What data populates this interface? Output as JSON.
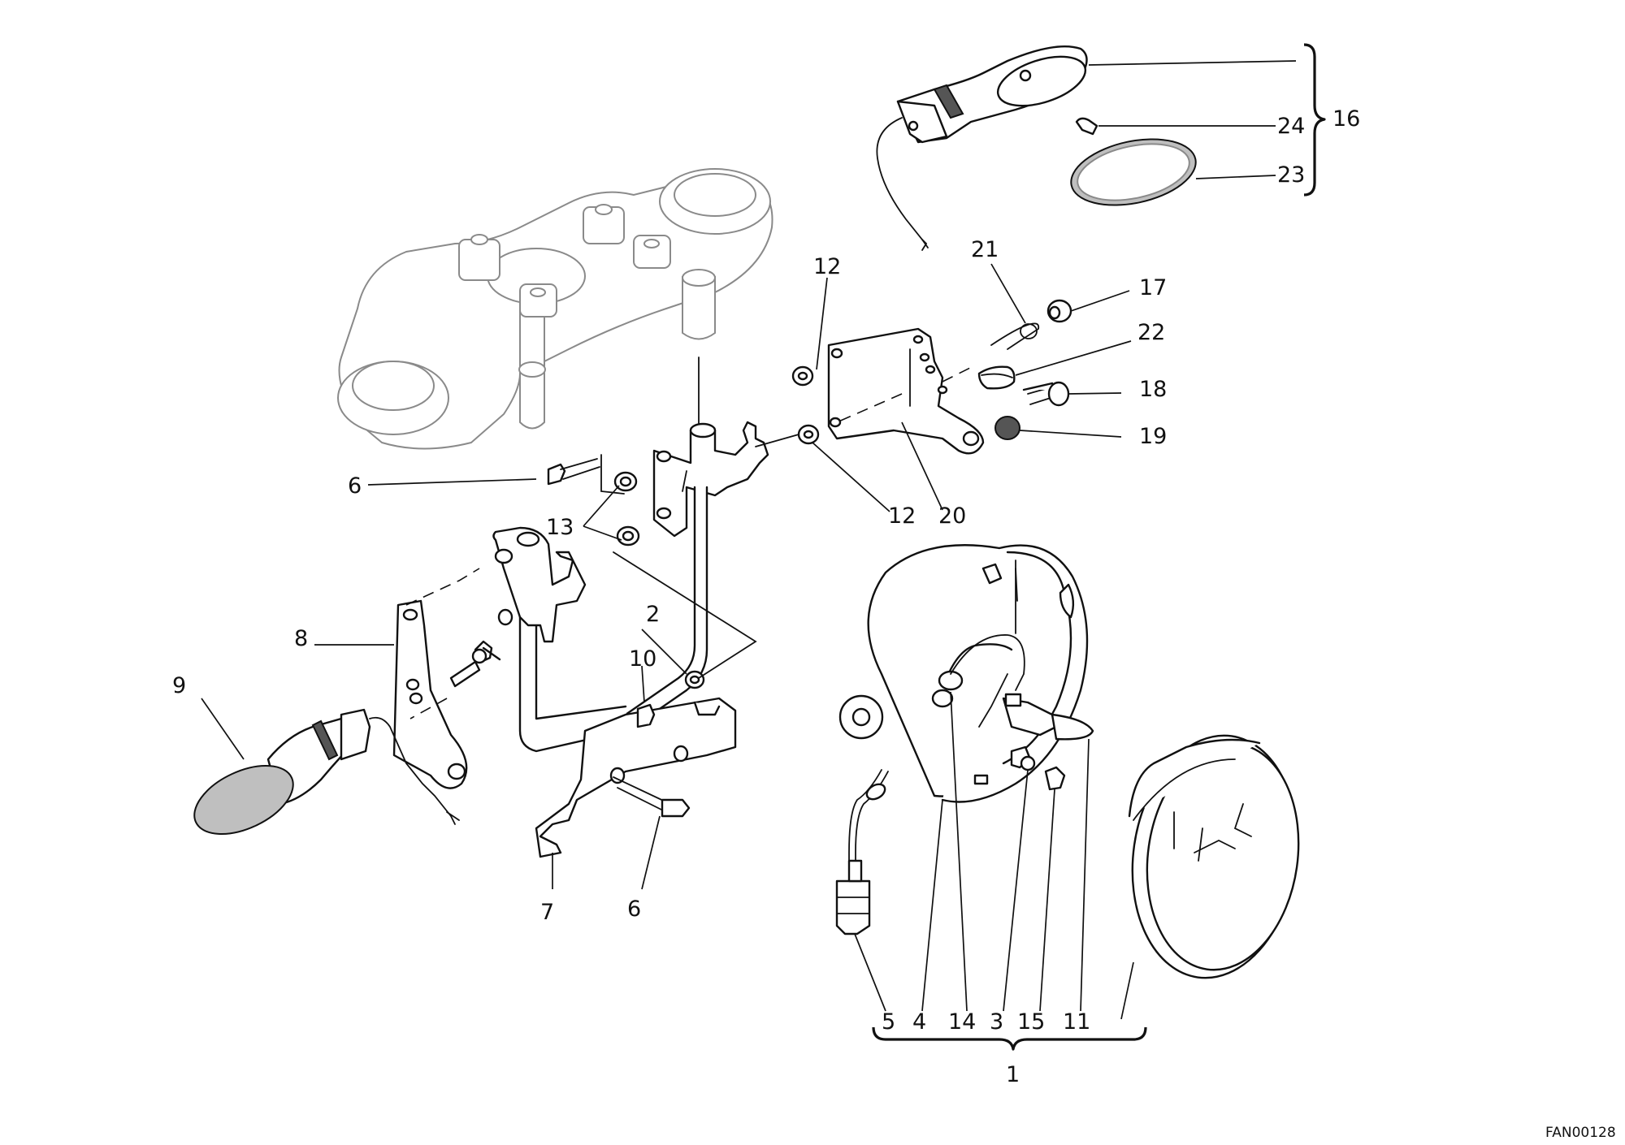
{
  "callouts": {
    "c1": "1",
    "c2": "2",
    "c3": "3",
    "c4": "4",
    "c5": "5",
    "c6a": "6",
    "c6b": "6",
    "c7": "7",
    "c8": "8",
    "c9": "9",
    "c10": "10",
    "c11": "11",
    "c12a": "12",
    "c12b": "12",
    "c13": "13",
    "c14": "14",
    "c15": "15",
    "c16": "16",
    "c17": "17",
    "c18": "18",
    "c19": "19",
    "c20": "20",
    "c21": "21",
    "c22": "22",
    "c23": "23",
    "c24": "24"
  },
  "drawing_code": "FAN00128"
}
